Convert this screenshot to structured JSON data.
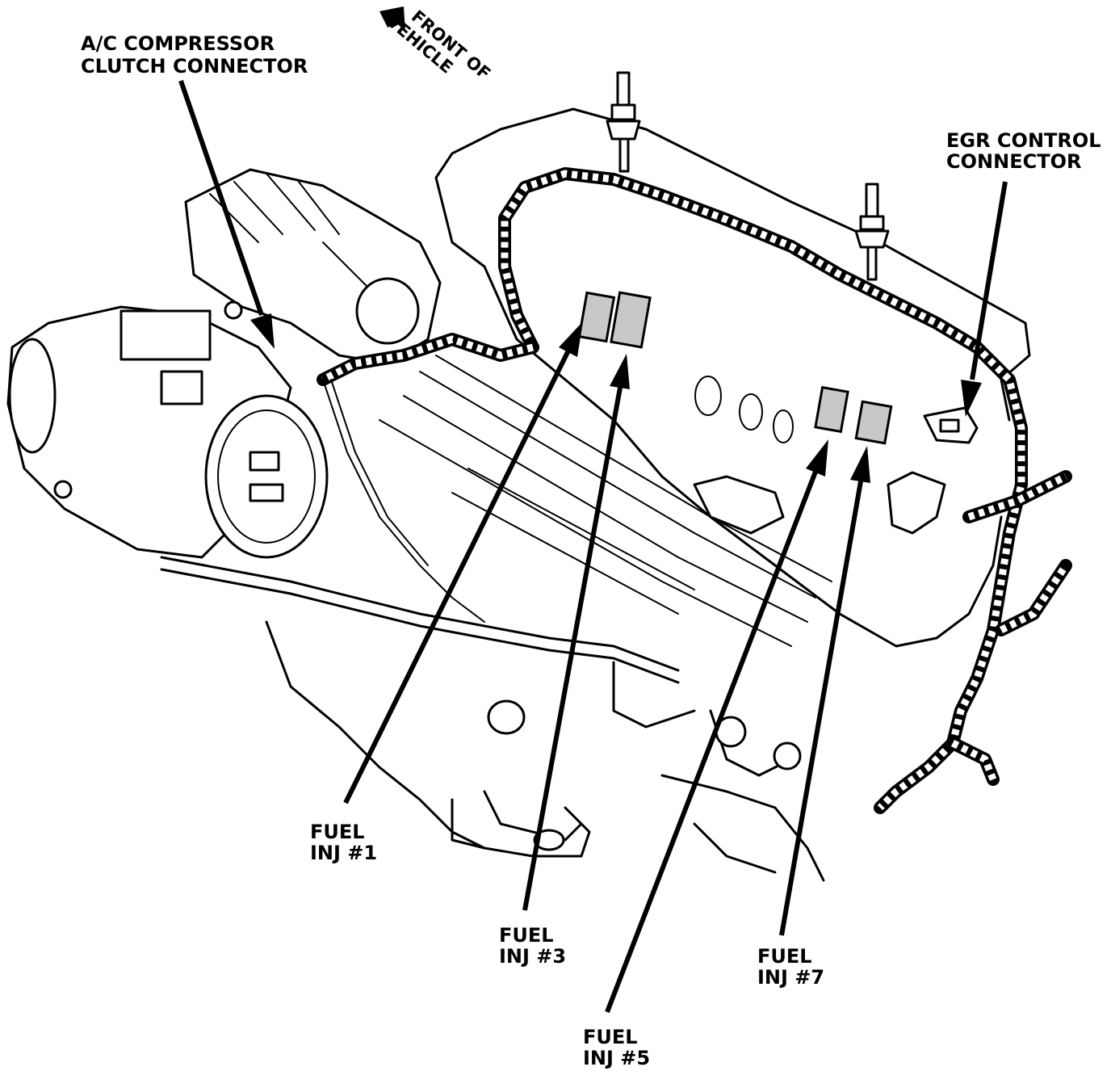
{
  "diagram": {
    "labels": {
      "front_line1": "FRONT OF",
      "front_line2": "VEHICLE",
      "ac_line1": "A/C COMPRESSOR",
      "ac_line2": "CLUTCH CONNECTOR",
      "egr_line1": "EGR CONTROL",
      "egr_line2": "CONNECTOR",
      "inj1_line1": "FUEL",
      "inj1_line2": "INJ #1",
      "inj3_line1": "FUEL",
      "inj3_line2": "INJ #3",
      "inj5_line1": "FUEL",
      "inj5_line2": "INJ #5",
      "inj7_line1": "FUEL",
      "inj7_line2": "INJ #7"
    },
    "colors": {
      "ink": "#000000",
      "paper": "#ffffff",
      "injector_shade": "#c8c8c8"
    }
  }
}
